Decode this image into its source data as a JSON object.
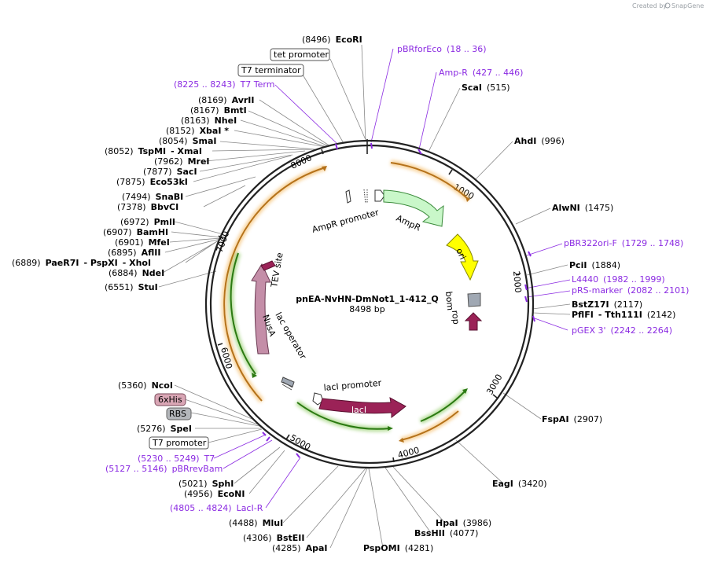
{
  "credit": {
    "created_by": "Created by",
    "brand": "SnapGene"
  },
  "plasmid": {
    "name": "pnEA-NvHN-DmNot1_1-412_Q",
    "length": "8498 bp"
  },
  "ticks": [
    "1000",
    "2000",
    "3000",
    "4000",
    "5000",
    "6000",
    "7000",
    "8000"
  ],
  "features": {
    "ampr_promoter": "AmpR promoter",
    "ampr": "AmpR",
    "ori": "ori",
    "bom": "bom",
    "rop": "rop",
    "laci_promoter": "lacI promoter",
    "laci": "lacI",
    "lac_operator": "lac operator",
    "nusa": "NusA",
    "tev_site": "TEV site"
  },
  "labels": {
    "l_ecori": {
      "pos": "(8496)",
      "name": "EcoRI"
    },
    "l_tet_promoter": {
      "name": "tet promoter"
    },
    "l_t7_terminator": {
      "name": "T7 terminator"
    },
    "l_t7term_primer": {
      "pos": "(8225 .. 8243)",
      "name": "T7 Term"
    },
    "l_avrii": {
      "pos": "(8169)",
      "name": "AvrII"
    },
    "l_bmti": {
      "pos": "(8167)",
      "name": "BmtI"
    },
    "l_nhei": {
      "pos": "(8163)",
      "name": "NheI"
    },
    "l_xbai": {
      "pos": "(8152)",
      "name": "XbaI *"
    },
    "l_smai": {
      "pos": "(8054)",
      "name": "SmaI"
    },
    "l_tspmi": {
      "pos": "(8052)",
      "name": "TspMI",
      "extra": "- XmaI"
    },
    "l_mrei": {
      "pos": "(7962)",
      "name": "MreI"
    },
    "l_saci": {
      "pos": "(7877)",
      "name": "SacI"
    },
    "l_eco53ki": {
      "pos": "(7875)",
      "name": "Eco53kI"
    },
    "l_snabi": {
      "pos": "(7494)",
      "name": "SnaBI"
    },
    "l_bbvci": {
      "pos": "(7378)",
      "name": "BbvCI"
    },
    "l_pmli": {
      "pos": "(6972)",
      "name": "PmlI"
    },
    "l_bamhi": {
      "pos": "(6907)",
      "name": "BamHI"
    },
    "l_mfei": {
      "pos": "(6901)",
      "name": "MfeI"
    },
    "l_aflii": {
      "pos": "(6895)",
      "name": "AflII"
    },
    "l_paer7i": {
      "pos": "(6889)",
      "name": "PaeR7I",
      "extra1": "- PspXI",
      "extra2": "- XhoI"
    },
    "l_ndei": {
      "pos": "(6884)",
      "name": "NdeI"
    },
    "l_stui": {
      "pos": "(6551)",
      "name": "StuI"
    },
    "l_ncoi": {
      "pos": "(5360)",
      "name": "NcoI"
    },
    "l_6xhis": {
      "name": "6xHis"
    },
    "l_rbs": {
      "name": "RBS"
    },
    "l_spei": {
      "pos": "(5276)",
      "name": "SpeI"
    },
    "l_t7_promoter": {
      "name": "T7 promoter"
    },
    "l_t7_primer": {
      "pos": "(5230 .. 5249)",
      "name": "T7"
    },
    "l_pbrrevbam": {
      "pos": "(5127 .. 5146)",
      "name": "pBRrevBam"
    },
    "l_sphi": {
      "pos": "(5021)",
      "name": "SphI"
    },
    "l_ecoNi": {
      "pos": "(4956)",
      "name": "EcoNI"
    },
    "l_lacir": {
      "pos": "(4805 .. 4824)",
      "name": "LacI-R"
    },
    "l_mlui": {
      "pos": "(4488)",
      "name": "MluI"
    },
    "l_bsteii": {
      "pos": "(4306)",
      "name": "BstEII"
    },
    "l_apai": {
      "pos": "(4285)",
      "name": "ApaI"
    },
    "l_pspomi": {
      "pos": "(4281)",
      "name": "PspOMI"
    },
    "l_bsshii": {
      "pos": "(4077)",
      "name": "BssHII"
    },
    "l_hpai": {
      "pos": "(3986)",
      "name": "HpaI"
    },
    "l_eagi": {
      "pos": "(3420)",
      "name": "EagI"
    },
    "l_fspai": {
      "pos": "(2907)",
      "name": "FspAI"
    },
    "l_pgex3": {
      "pos": "(2242 .. 2264)",
      "name": "pGEX 3'"
    },
    "l_pflfi": {
      "pos": "(2142)",
      "name": "PflFI",
      "extra": "- Tth111I"
    },
    "l_bstz17i": {
      "pos": "(2117)",
      "name": "BstZ17I"
    },
    "l_prsmarker": {
      "pos": "(2082 .. 2101)",
      "name": "pRS-marker"
    },
    "l_l4440": {
      "pos": "(1982 .. 1999)",
      "name": "L4440"
    },
    "l_pcii": {
      "pos": "(1884)",
      "name": "PciI"
    },
    "l_pbr322ori": {
      "pos": "(1729 .. 1748)",
      "name": "pBR322ori-F"
    },
    "l_alwni": {
      "pos": "(1475)",
      "name": "AlwNI"
    },
    "l_ahdi": {
      "pos": "(996)",
      "name": "AhdI"
    },
    "l_scai": {
      "pos": "(515)",
      "name": "ScaI"
    },
    "l_ampr_primer": {
      "pos": "(427 .. 446)",
      "name": "Amp-R"
    },
    "l_pbrforeco": {
      "pos": "(18 .. 36)",
      "name": "pBRforEco"
    }
  },
  "colors": {
    "primer": "#8b2be2",
    "ampr": "#c9f7c9",
    "ori": "#ffff00",
    "laci": "#9b2257",
    "nusa": "#c48ea8",
    "bom": "#a0a8b3",
    "orange_arc": "#f2a93b",
    "green_arc": "#5fb523"
  }
}
